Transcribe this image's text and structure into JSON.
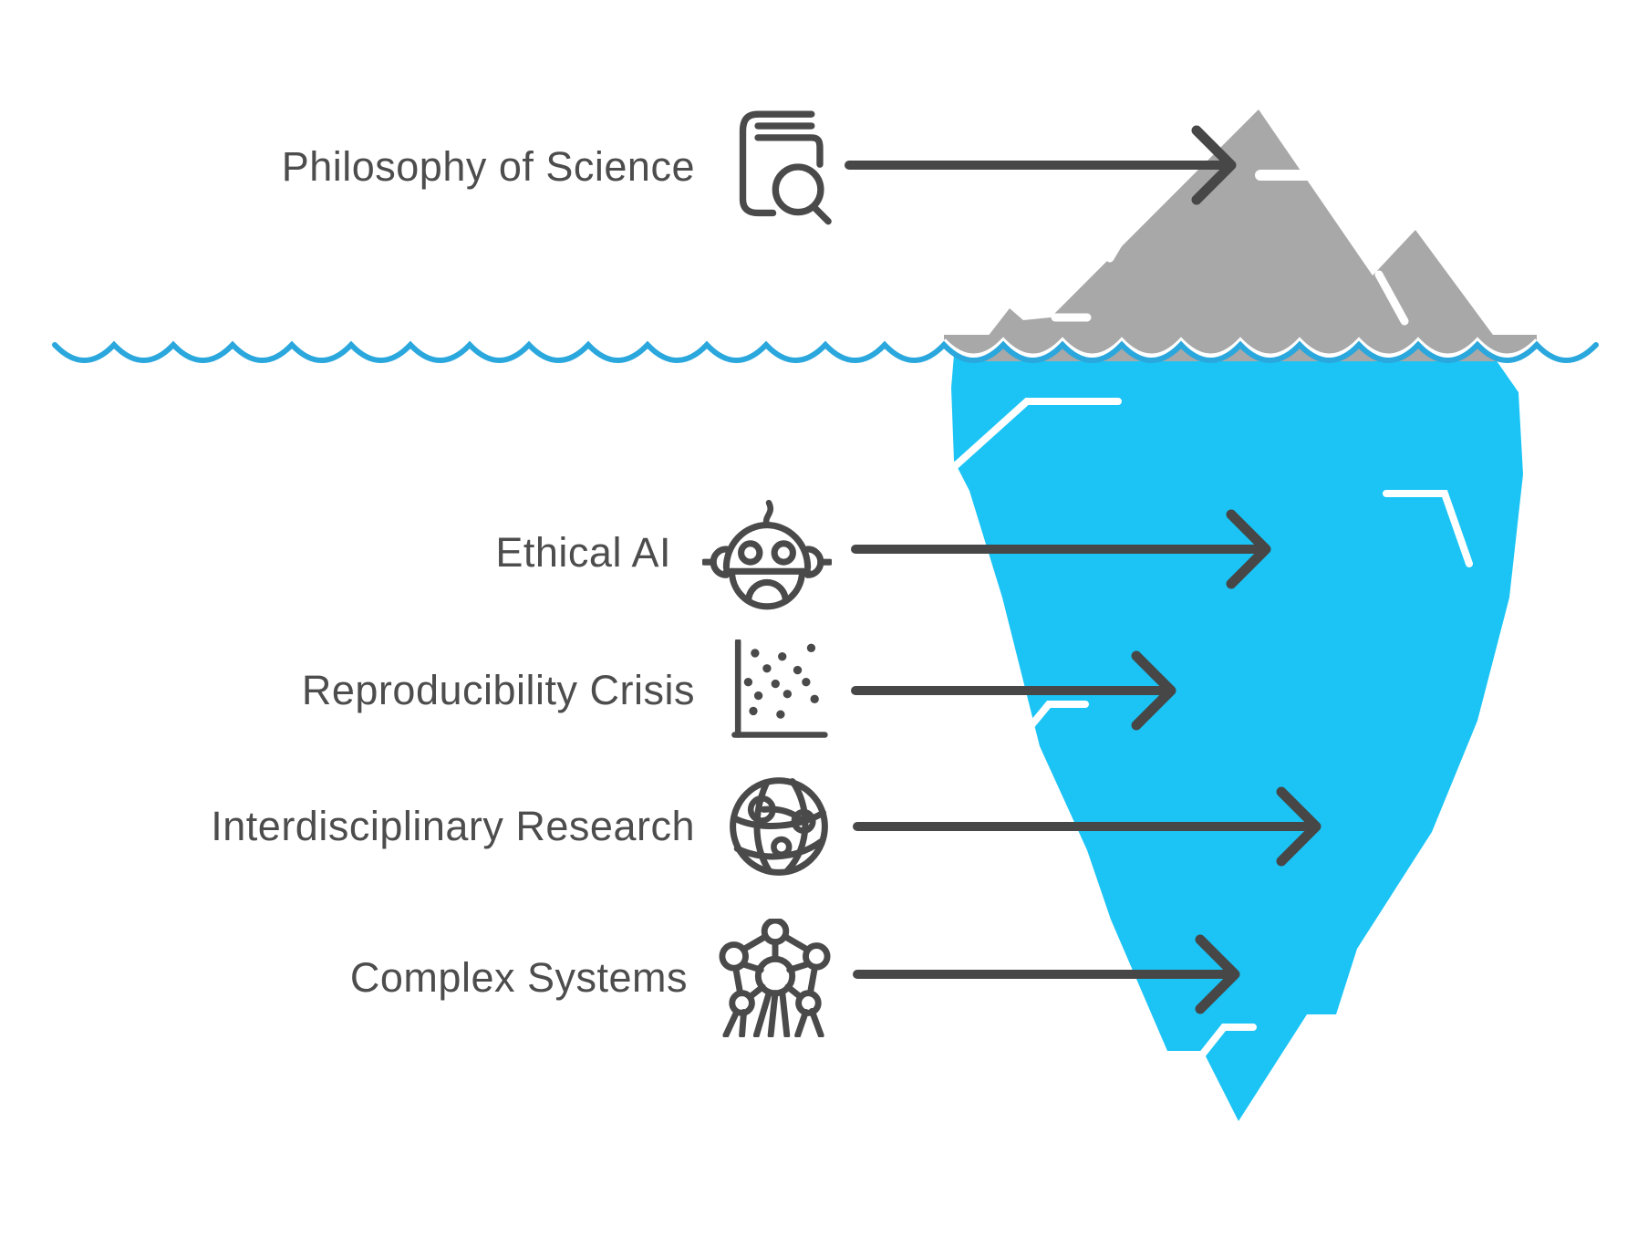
{
  "figure": {
    "type": "iceberg-diagram",
    "description": "Iceberg metaphor: one topic above the waterline, four topics below the waterline"
  },
  "colors": {
    "iceberg_above_water": "#A8A8A8",
    "iceberg_below_water": "#1BC4F5",
    "waterline": "#2AA7DC",
    "accent_line": "#FFFFFF",
    "ink": "#4A4A4A",
    "text": "#4D4D4D"
  },
  "rows": [
    {
      "label": "Philosophy of Science",
      "icon": "book-search",
      "zone": "above-water"
    },
    {
      "label": "Ethical AI",
      "icon": "robot",
      "zone": "below-water"
    },
    {
      "label": "Reproducibility Crisis",
      "icon": "scatter-plot",
      "zone": "below-water"
    },
    {
      "label": "Interdisciplinary Research",
      "icon": "globe-network",
      "zone": "below-water"
    },
    {
      "label": "Complex Systems",
      "icon": "network-structure",
      "zone": "below-water"
    }
  ]
}
